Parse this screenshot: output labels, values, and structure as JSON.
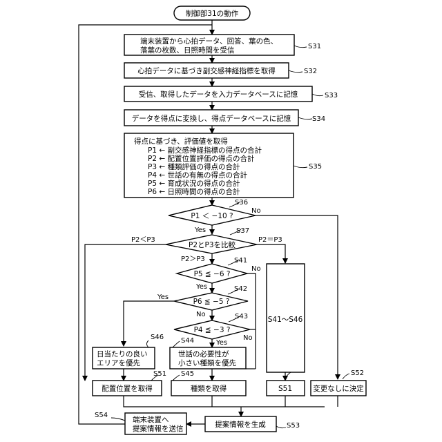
{
  "start": "制御部31の動作",
  "steps": {
    "s31": {
      "lines": [
        "端末装置から心拍データ、回答、葉の色、",
        "落葉の枚数、日照時間を受信"
      ],
      "label": "S31"
    },
    "s32": {
      "text": "心拍データに基づき副交感神経指標を取得",
      "label": "S32"
    },
    "s33": {
      "text": "受信、取得したデータを入力データベースに記憶",
      "label": "S33"
    },
    "s34": {
      "text": "データを得点に変換し、得点データベースに記憶",
      "label": "S34"
    },
    "s35": {
      "lines": [
        "得点に基づき、評価値を取得",
        "P1 ← 副交感神経指標の得点の合計",
        "P2 ← 配置位置評価の得点の合計",
        "P3 ← 種類評価の得点の合計",
        "P4 ← 世話の有無の得点の合計",
        "P5 ← 育成状況の得点の合計",
        "P6 ← 日照時間の得点の合計"
      ],
      "label": "S35"
    },
    "s36": {
      "text": "P1 ＜ −10 ?",
      "label": "S36",
      "no": "No",
      "yes": "Yes"
    },
    "s37": {
      "text": "P2とP3を比較",
      "label": "S37",
      "left": "P2＜P3",
      "right": "P2＝P3",
      "down": "P2＞P3"
    },
    "s41": {
      "text": "P5 ≦ −6 ?",
      "label": "S41",
      "no": "No",
      "yes": "Yes"
    },
    "s42": {
      "text": "P6 ≦ −5 ?",
      "label": "S42",
      "no": "No",
      "yes": "Yes"
    },
    "s43": {
      "text": "P4 ≦ −3 ?",
      "label": "S43",
      "no": "No",
      "yes": "Yes"
    },
    "s46": {
      "lines": [
        "日当たりの良い",
        "エリアを優先"
      ],
      "label": "S46"
    },
    "s44": {
      "lines": [
        "世話の必要性が",
        "小さい種類を優先"
      ],
      "label": "S44"
    },
    "s41_46": {
      "text": "S41〜S46"
    },
    "s51a": {
      "text": "配置位置を取得",
      "label": "S51"
    },
    "s45": {
      "text": "種類を取得",
      "label": "S45"
    },
    "s51b": {
      "text": "S51"
    },
    "s52": {
      "text": "変更なしに決定",
      "label": "S52"
    },
    "s53": {
      "text": "提案情報を生成",
      "label": "S53"
    },
    "s54": {
      "lines": [
        "端末装置へ",
        "提案情報を送信"
      ],
      "label": "S54"
    }
  }
}
